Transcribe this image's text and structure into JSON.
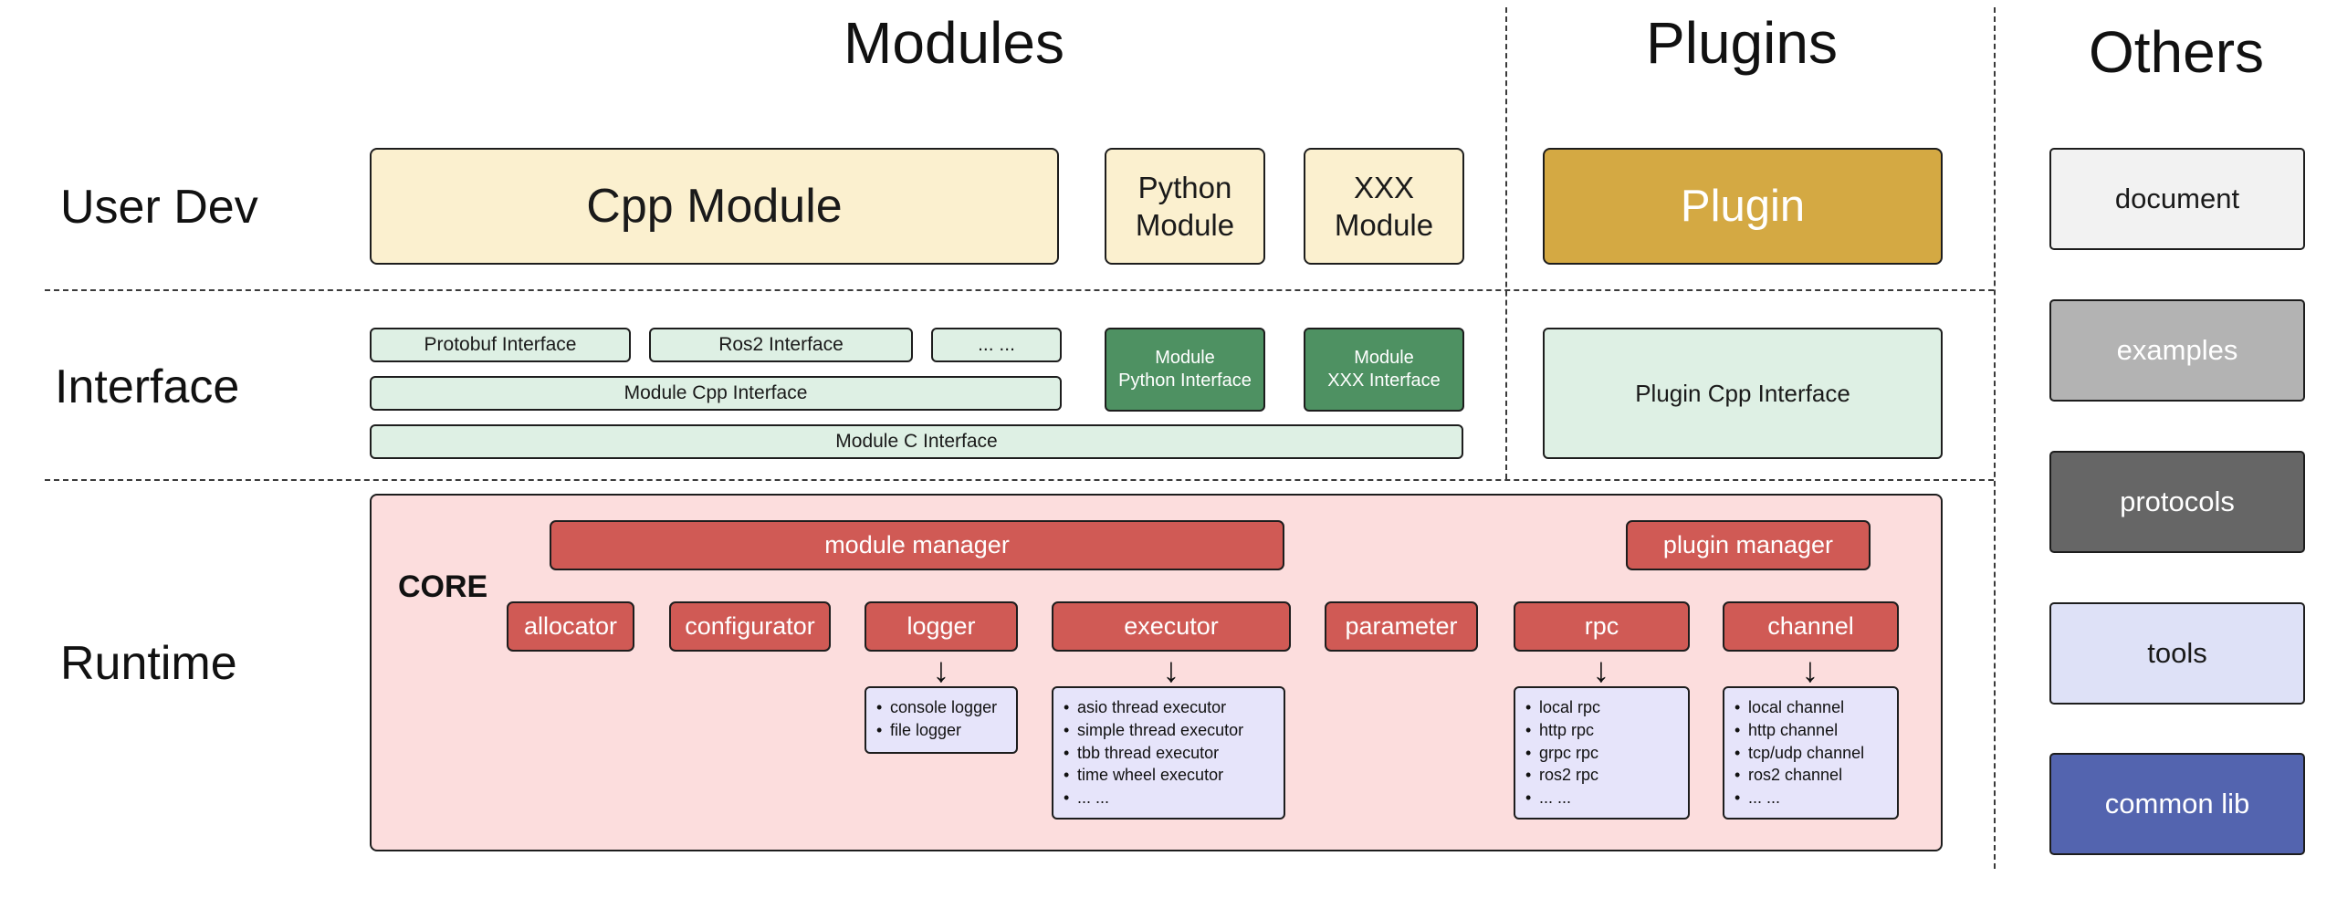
{
  "titles": {
    "modules": "Modules",
    "plugins": "Plugins",
    "others": "Others"
  },
  "row_labels": {
    "user_dev": "User Dev",
    "interface": "Interface",
    "runtime": "Runtime"
  },
  "user_dev": {
    "cpp_module": "Cpp Module",
    "python_module": "Python\nModule",
    "xxx_module": "XXX\nModule",
    "plugin": "Plugin"
  },
  "interface": {
    "protobuf_interface": "Protobuf Interface",
    "ros2_interface": "Ros2 Interface",
    "more": "... ...",
    "module_cpp_interface": "Module Cpp Interface",
    "module_c_interface": "Module C Interface",
    "module_python_interface": "Module\nPython Interface",
    "module_xxx_interface": "Module\nXXX Interface",
    "plugin_cpp_interface": "Plugin Cpp Interface"
  },
  "runtime": {
    "core_label": "CORE",
    "managers": {
      "module_manager": "module manager",
      "plugin_manager": "plugin manager"
    },
    "components": [
      "allocator",
      "configurator",
      "logger",
      "executor",
      "parameter",
      "rpc",
      "channel"
    ],
    "logger_impls": [
      "console logger",
      "file logger"
    ],
    "executor_impls": [
      "asio thread executor",
      "simple thread executor",
      "tbb thread executor",
      "time wheel executor",
      "... ..."
    ],
    "rpc_impls": [
      "local rpc",
      "http rpc",
      "grpc rpc",
      "ros2 rpc",
      "... ..."
    ],
    "channel_impls": [
      "local channel",
      "http channel",
      "tcp/udp channel",
      "ros2 channel",
      "... ..."
    ]
  },
  "others": {
    "items": [
      "document",
      "examples",
      "protocols",
      "tools",
      "common lib"
    ]
  },
  "colors": {
    "cream": "#fbf0cf",
    "gold": "#d4a943",
    "light_green": "#def0e4",
    "dark_green": "#4e9162",
    "core_pink": "#fcdddd",
    "component_red": "#d05a55",
    "impl_lavender": "#e6e4fa",
    "others_document": "#f2f2f2",
    "others_examples": "#b3b3b3",
    "others_protocols": "#666666",
    "others_tools": "#dee1f7",
    "others_common_lib": "#5364af",
    "border": "#1d1d1d"
  }
}
